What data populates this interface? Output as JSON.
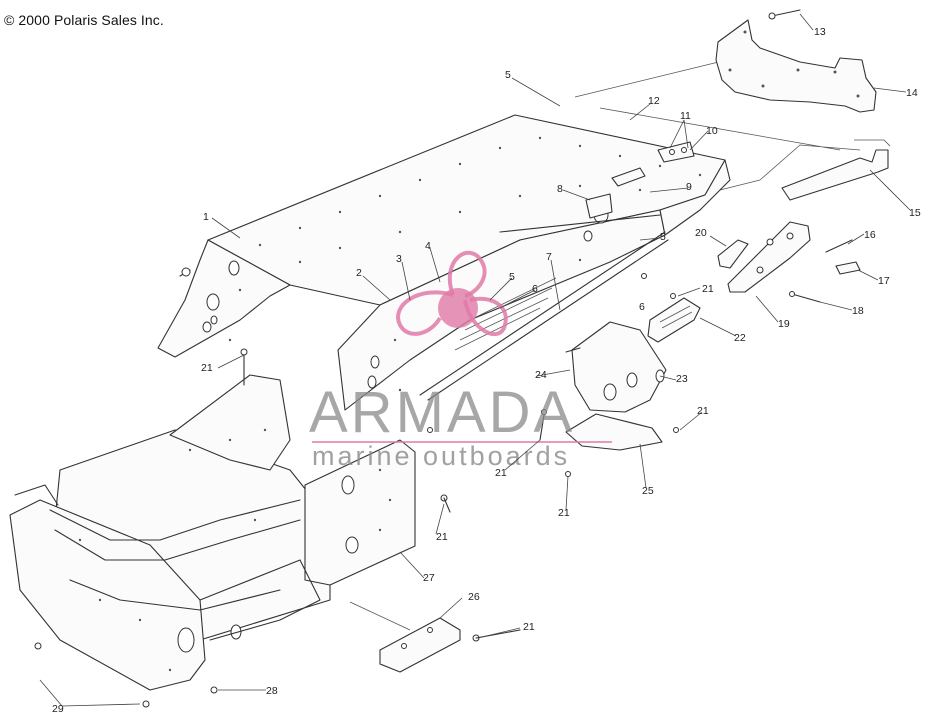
{
  "header": {
    "copyright": "© 2000 Polaris Sales Inc."
  },
  "watermark": {
    "brand": "ARMADA",
    "tagline": "marine outboards",
    "logo_color": "#e07aa8",
    "text_color": "#8a8a8a"
  },
  "callouts": [
    {
      "id": "c1",
      "text": "1"
    },
    {
      "id": "c2",
      "text": "2"
    },
    {
      "id": "c3",
      "text": "3"
    },
    {
      "id": "c4",
      "text": "4"
    },
    {
      "id": "c5a",
      "text": "5"
    },
    {
      "id": "c5b",
      "text": "5"
    },
    {
      "id": "c5c",
      "text": "5"
    },
    {
      "id": "c6a",
      "text": "6"
    },
    {
      "id": "c6b",
      "text": "6"
    },
    {
      "id": "c7",
      "text": "7"
    },
    {
      "id": "c8",
      "text": "8"
    },
    {
      "id": "c9",
      "text": "9"
    },
    {
      "id": "c10",
      "text": "10"
    },
    {
      "id": "c11",
      "text": "11"
    },
    {
      "id": "c12",
      "text": "12"
    },
    {
      "id": "c13",
      "text": "13"
    },
    {
      "id": "c14",
      "text": "14"
    },
    {
      "id": "c15",
      "text": "15"
    },
    {
      "id": "c16",
      "text": "16"
    },
    {
      "id": "c17",
      "text": "17"
    },
    {
      "id": "c18",
      "text": "18"
    },
    {
      "id": "c19",
      "text": "19"
    },
    {
      "id": "c20",
      "text": "20"
    },
    {
      "id": "c21a",
      "text": "21"
    },
    {
      "id": "c21b",
      "text": "21"
    },
    {
      "id": "c21c",
      "text": "21"
    },
    {
      "id": "c21d",
      "text": "21"
    },
    {
      "id": "c21e",
      "text": "21"
    },
    {
      "id": "c21f",
      "text": "21"
    },
    {
      "id": "c21g",
      "text": "21"
    },
    {
      "id": "c22",
      "text": "22"
    },
    {
      "id": "c23",
      "text": "23"
    },
    {
      "id": "c24",
      "text": "24"
    },
    {
      "id": "c25",
      "text": "25"
    },
    {
      "id": "c26",
      "text": "26"
    },
    {
      "id": "c27",
      "text": "27"
    },
    {
      "id": "c28",
      "text": "28"
    },
    {
      "id": "c29",
      "text": "29"
    }
  ]
}
